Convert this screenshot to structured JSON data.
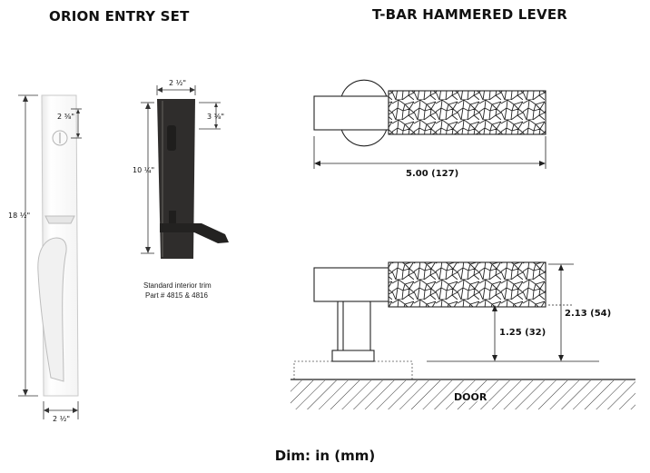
{
  "titles": {
    "left": "ORION ENTRY SET",
    "right": "T-BAR HAMMERED LEVER"
  },
  "dims": {
    "exterior_height": "18 ½\"",
    "exterior_width": "2 ½\"",
    "exterior_cylinder": "2 ⅜\"",
    "interior_width": "2 ½\"",
    "interior_cylinder": "3 ⅜\"",
    "interior_height": "10 ¼\"",
    "lever_length": "5.00 (127)",
    "lever_height": "2.13 (54)",
    "lever_neck": "1.25 (32)"
  },
  "labels": {
    "door": "DOOR"
  },
  "caption": {
    "line1": "Standard interior trim",
    "line2": "Part # 4815 & 4816"
  },
  "footer": "Dim: in (mm)",
  "colors": {
    "finish": "#2c2b2a",
    "plate_outline": "#c9c9c9"
  }
}
